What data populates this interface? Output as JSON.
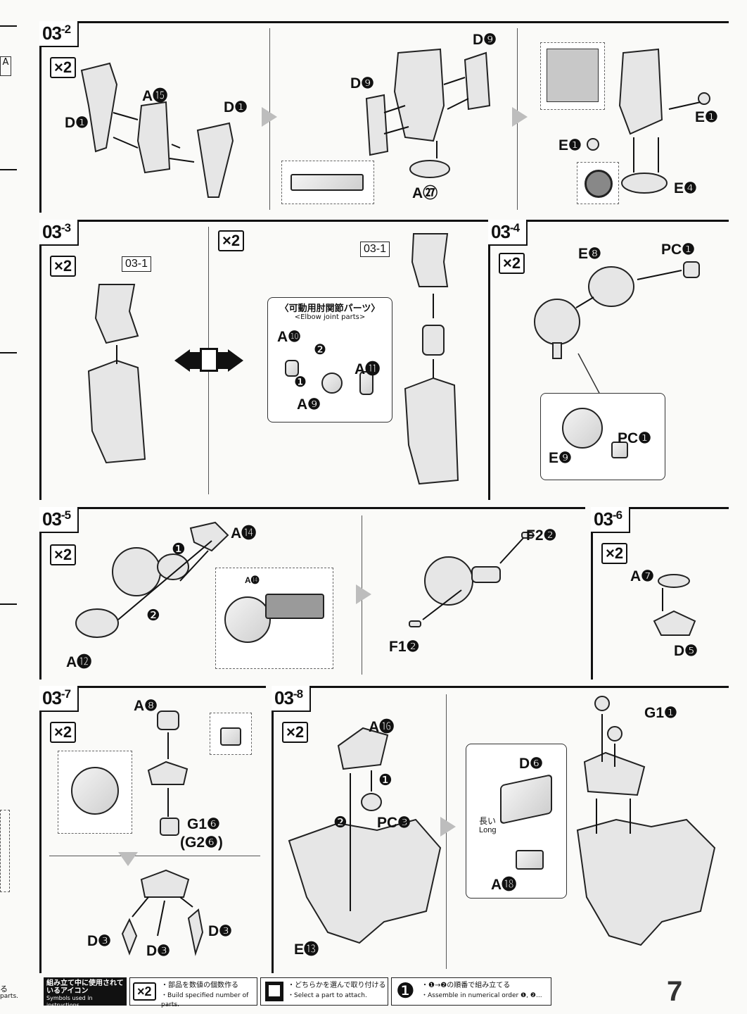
{
  "page_number": "7",
  "sections": [
    {
      "id": "03-2",
      "step": "03",
      "sub": "2",
      "multiplier": "×2",
      "labels": [
        "D❶",
        "A⓯",
        "D❶",
        "D❾",
        "D❾",
        "A㉗",
        "E❶",
        "E❶",
        "E❹"
      ]
    },
    {
      "id": "03-3",
      "step": "03",
      "sub": "3",
      "multiplier": "×2",
      "multiplier_alt": "×2",
      "ref_tag": "03-1",
      "ref_tag_alt": "03-1",
      "callout_title": "〈可動用肘関節パーツ〉",
      "callout_subtitle": "<Elbow joint parts>",
      "labels": [
        "A❿",
        "A⓫",
        "A❾"
      ]
    },
    {
      "id": "03-4",
      "step": "03",
      "sub": "4",
      "multiplier": "×2",
      "labels": [
        "E❽",
        "PC❶",
        "PC❶",
        "E❾"
      ]
    },
    {
      "id": "03-5",
      "step": "03",
      "sub": "5",
      "multiplier": "×2",
      "labels": [
        "A⓮",
        "A⓮",
        "A⓬",
        "F2❷",
        "F1❷"
      ]
    },
    {
      "id": "03-6",
      "step": "03",
      "sub": "6",
      "multiplier": "×2",
      "labels": [
        "A❼",
        "D❺"
      ]
    },
    {
      "id": "03-7",
      "step": "03",
      "sub": "7",
      "multiplier": "×2",
      "labels": [
        "A❽",
        "G1❻",
        "(G2❻)",
        "D❸",
        "D❸",
        "D❸"
      ]
    },
    {
      "id": "03-8",
      "step": "03",
      "sub": "8",
      "multiplier": "×2",
      "labels": [
        "A⓰",
        "PC❸",
        "E⓭",
        "D❻",
        "A⓲",
        "G1❶"
      ],
      "long_jp": "長い",
      "long_en": "Long"
    }
  ],
  "step_markers": [
    "❶",
    "❷"
  ],
  "footer": {
    "legend_jp": "組み立て中に使用されているアイコン",
    "legend_en": "Symbols used in instructions",
    "x2_jp": "・部品を数値の個数作る",
    "x2_en": "・Build specified number of parts.",
    "choose_jp": "・どちらかを選んで取り付ける",
    "choose_en": "・Select a part to attach.",
    "order_jp": "・❶→❷の順番で組み立てる",
    "order_en": "・Assemble in numerical order ❶, ❷..."
  },
  "left_edge": {
    "frag_a": "A",
    "frag_ru": "る",
    "frag_parts": "parts."
  }
}
